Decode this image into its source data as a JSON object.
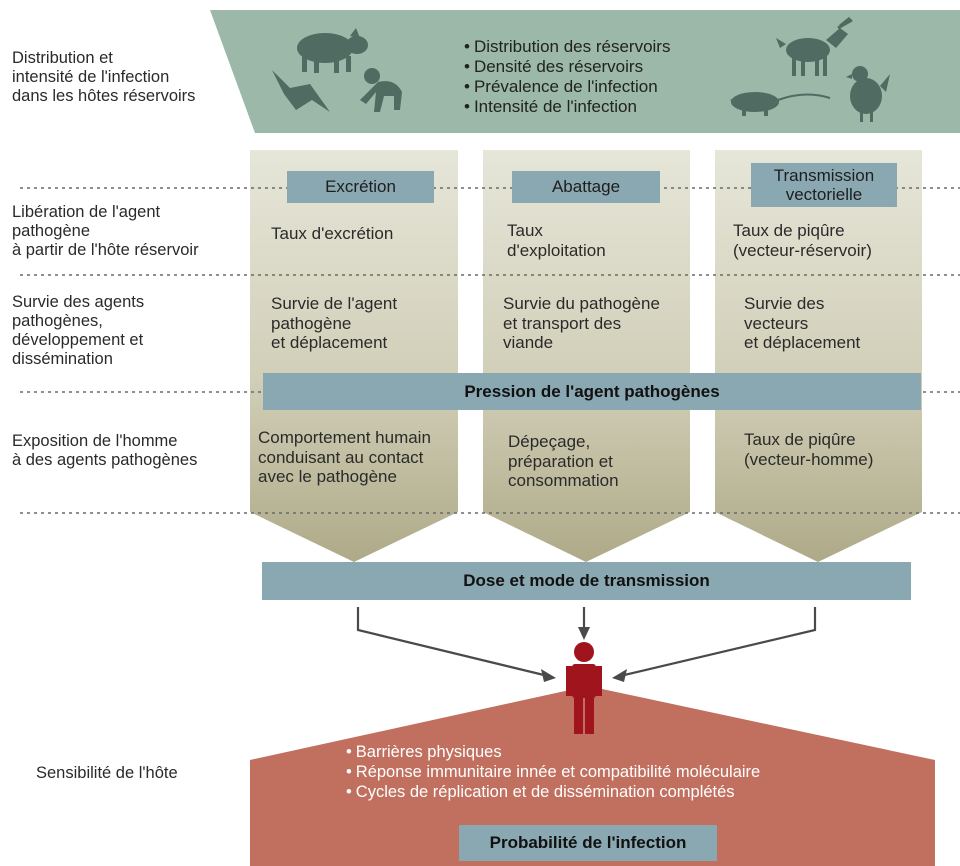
{
  "left_labels": {
    "distribution": "Distribution et\nintensité de l'infection\ndans les hôtes réservoirs",
    "liberation": "Libération de l'agent\npathogène\nà partir de l'hôte réservoir",
    "survie": "Survie des agents\npathogènes,\ndéveloppement et\ndissémination",
    "exposition": "Exposition de l'homme\nà des agents pathogènes",
    "sensibilite": "Sensibilité de l'hôte"
  },
  "reservoir_bullets": [
    "Distribution des réservoirs",
    "Densité des réservoirs",
    "Prévalence de l'infection",
    "Intensité de l'infection"
  ],
  "columns": [
    {
      "tag": "Excrétion",
      "release": "Taux d'excrétion",
      "survival": "Survie de l'agent\npathogène\net déplacement",
      "exposure": "Comportement humain\nconduisant au contact\navec le pathogène"
    },
    {
      "tag": "Abattage",
      "release": "Taux\nd'exploitation",
      "survival": "Survie du pathogène\net transport des\nviande",
      "exposure": "Dépeçage,\npréparation et\nconsommation"
    },
    {
      "tag": "Transmission\nvectorielle",
      "release": "Taux de piqûre\n(vecteur-réservoir)",
      "survival": "Survie des\nvecteurs\net déplacement",
      "exposure": "Taux de piqûre\n(vecteur-homme)"
    }
  ],
  "pressure_bar": "Pression de l'agent pathogènes",
  "dose_bar": "Dose et mode de transmission",
  "host_bullets": [
    "Barrières physiques",
    "Réponse immunitaire innée et compatibilité moléculaire",
    "Cycles de réplication et de dissémination complétés"
  ],
  "probability_label": "Probabilité de l'infection",
  "icons": [
    "pig-icon",
    "bat-icon",
    "monkey-icon",
    "goat-icon",
    "rat-icon",
    "chicken-icon",
    "person-icon"
  ],
  "colors": {
    "reservoir": "#9cb8a8",
    "column_top": "#e4e4d6",
    "column_bottom": "#b1ad8c",
    "bar": "#8aa8b1",
    "host": "#c1705f",
    "person": "#a0141e"
  }
}
